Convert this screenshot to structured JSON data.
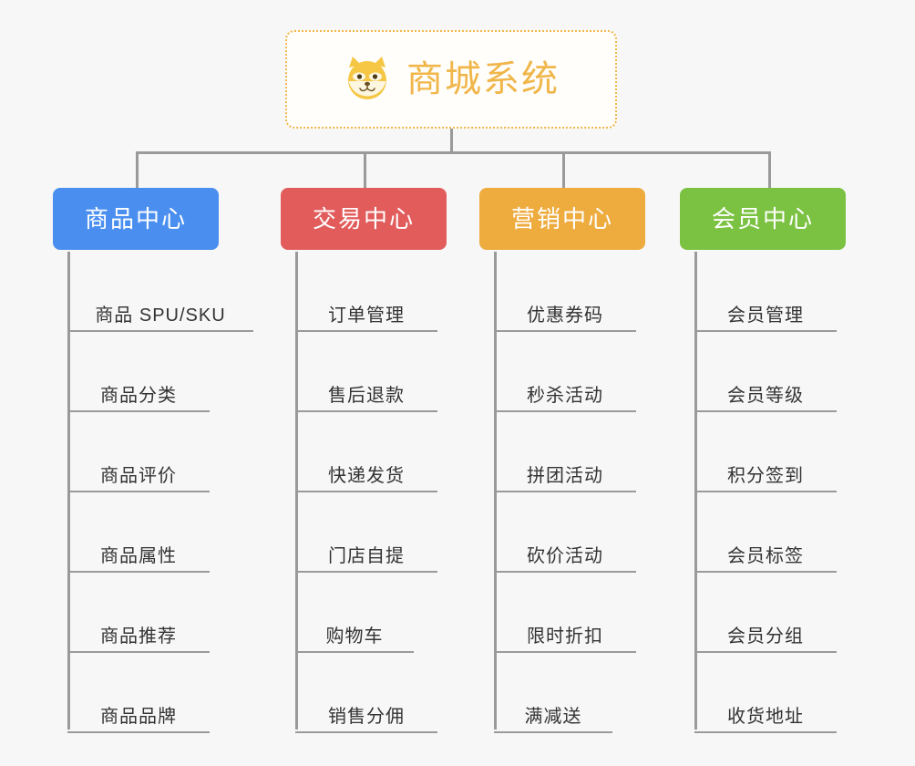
{
  "page": {
    "background_color": "#f7f7f7",
    "type": "mind-map"
  },
  "root": {
    "title": "商城系统",
    "icon": "shiba-dog-face-icon",
    "border_color": "#f0b64a",
    "text_color": "#f0b64a",
    "background_color": "#fffefb"
  },
  "connector": {
    "color": "#9a9a9a"
  },
  "branches": [
    {
      "label": "商品中心",
      "color": "#4a8ff0",
      "items": [
        "商品 SPU/SKU",
        "商品分类",
        "商品评价",
        "商品属性",
        "商品推荐",
        "商品品牌"
      ]
    },
    {
      "label": "交易中心",
      "color": "#e25c5c",
      "items": [
        "订单管理",
        "售后退款",
        "快递发货",
        "门店自提",
        "购物车",
        "销售分佣"
      ]
    },
    {
      "label": "营销中心",
      "color": "#eeab3e",
      "items": [
        "优惠券码",
        "秒杀活动",
        "拼团活动",
        "砍价活动",
        "限时折扣",
        "满减送"
      ]
    },
    {
      "label": "会员中心",
      "color": "#7cc242",
      "items": [
        "会员管理",
        "会员等级",
        "积分签到",
        "会员标签",
        "会员分组",
        "收货地址"
      ]
    }
  ]
}
